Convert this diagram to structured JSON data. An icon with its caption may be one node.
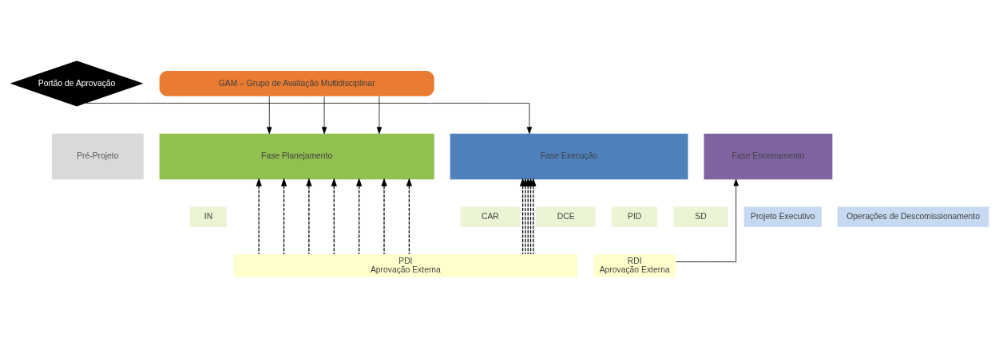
{
  "diagram": {
    "nodes": [
      {
        "text": [
          "Portão de Aprovação"
        ]
      },
      {
        "text": [
          "GAM – Grupo de Avaliação Multidisciplinar"
        ]
      },
      {
        "text": [
          "Pré-Projeto"
        ]
      },
      {
        "text": [
          "Fase Planejamento"
        ]
      },
      {
        "text": [
          "Fase Execução"
        ]
      },
      {
        "text": [
          "Fase Encerramento"
        ]
      },
      {
        "text": [
          "IN"
        ]
      },
      {
        "text": [
          "CAR"
        ]
      },
      {
        "text": [
          "DCE"
        ]
      },
      {
        "text": [
          "PID"
        ]
      },
      {
        "text": [
          "SD"
        ]
      },
      {
        "text": [
          "Projeto Executivo"
        ]
      },
      {
        "text": [
          "Operações de Descomissionamento"
        ]
      },
      {
        "text": [
          "PDI",
          "Aprovação Externa"
        ]
      },
      {
        "text": [
          "RDI",
          "Aprovação Externa"
        ]
      }
    ],
    "edges": [
      {
        "from": 0,
        "to": 4,
        "arrow": "to"
      },
      {
        "from": 1,
        "to": 3,
        "arrow": "to"
      },
      {
        "from": 1,
        "to": 3,
        "arrow": "to"
      },
      {
        "from": 1,
        "to": 3,
        "arrow": "to"
      },
      {
        "from": 13,
        "to": 3,
        "arrow": "to",
        "style": "dashed"
      },
      {
        "from": 13,
        "to": 3,
        "arrow": "to",
        "style": "dashed"
      },
      {
        "from": 13,
        "to": 3,
        "arrow": "to",
        "style": "dashed"
      },
      {
        "from": 13,
        "to": 3,
        "arrow": "to",
        "style": "dashed"
      },
      {
        "from": 13,
        "to": 3,
        "arrow": "to",
        "style": "dashed"
      },
      {
        "from": 13,
        "to": 3,
        "arrow": "to",
        "style": "dashed"
      },
      {
        "from": 13,
        "to": 3,
        "arrow": "to",
        "style": "dashed"
      },
      {
        "from": 13,
        "to": 4,
        "arrow": "to",
        "style": "dashed"
      },
      {
        "from": 13,
        "to": 4,
        "arrow": "to",
        "style": "dashed"
      },
      {
        "from": 13,
        "to": 4,
        "arrow": "to",
        "style": "dashed"
      },
      {
        "from": 13,
        "to": 4,
        "arrow": "to",
        "style": "dashed"
      },
      {
        "from": 13,
        "to": 4,
        "arrow": "to",
        "style": "dashed"
      },
      {
        "from": 14,
        "to": 5,
        "arrow": "to"
      }
    ]
  }
}
